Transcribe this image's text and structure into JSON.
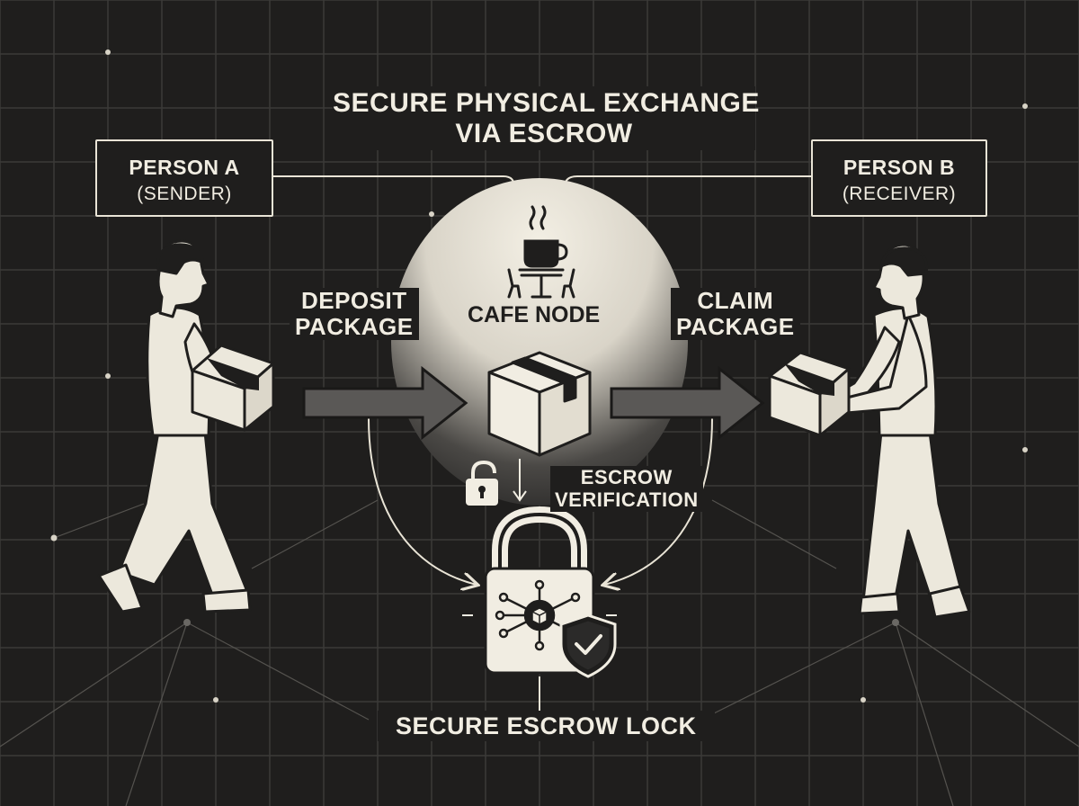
{
  "title": {
    "line1": "SECURE PHYSICAL EXCHANGE",
    "line2": "VIA ESCROW"
  },
  "person_a": {
    "name": "PERSON A",
    "role": "(SENDER)"
  },
  "person_b": {
    "name": "PERSON B",
    "role": "(RECEIVER)"
  },
  "deposit": {
    "line1": "DEPOSIT",
    "line2": "PACKAGE"
  },
  "claim": {
    "line1": "CLAIM",
    "line2": "PACKAGE"
  },
  "cafe_node": "CAFE NODE",
  "verification": {
    "line1": "ESCROW",
    "line2": "VERIFICATION"
  },
  "lock_label": "SECURE ESCROW LOCK",
  "icons": [
    "coffee-cup-icon",
    "cafe-table-icon",
    "package-box-icon",
    "padlock-icon",
    "shield-check-icon",
    "blockchain-cube-icon"
  ],
  "colors": {
    "background": "#1f1e1d",
    "ink": "#f1ede2",
    "arrow": "#5a5856",
    "grid": "#3b3a38"
  }
}
